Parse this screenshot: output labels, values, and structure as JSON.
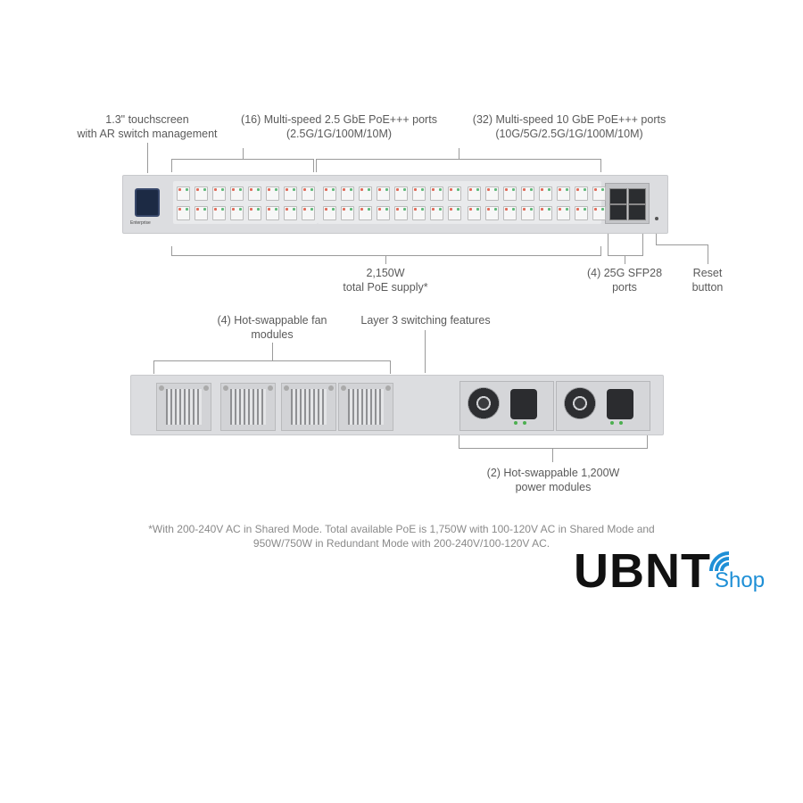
{
  "labels": {
    "touchscreen": [
      "1.3\" touchscreen",
      "with AR switch management"
    ],
    "ports_25g": [
      "(16) Multi-speed 2.5 GbE PoE+++ ports",
      "(2.5G/1G/100M/10M)"
    ],
    "ports_10g": [
      "(32) Multi-speed 10 GbE PoE+++ ports",
      "(10G/5G/2.5G/1G/100M/10M)"
    ],
    "poe_supply": [
      "2,150W",
      "total PoE supply*"
    ],
    "sfp28": [
      "(4) 25G SFP28",
      "ports"
    ],
    "reset": [
      "Reset",
      "button"
    ],
    "fans": [
      "(4) Hot-swappable fan",
      "modules"
    ],
    "layer3": "Layer 3 switching features",
    "power": [
      "(2) Hot-swappable 1,200W",
      "power modules"
    ]
  },
  "footnote": [
    "*With 200-240V AC in Shared Mode. Total available PoE is 1,750W with 100-120V AC in Shared Mode and",
    "950W/750W in Redundant Mode with 200-240V/100-120V AC."
  ],
  "logo": {
    "main": "UBNT",
    "sub": "Shop",
    "accent": "#1e8fd6"
  },
  "device_front_label": "Enterprise"
}
